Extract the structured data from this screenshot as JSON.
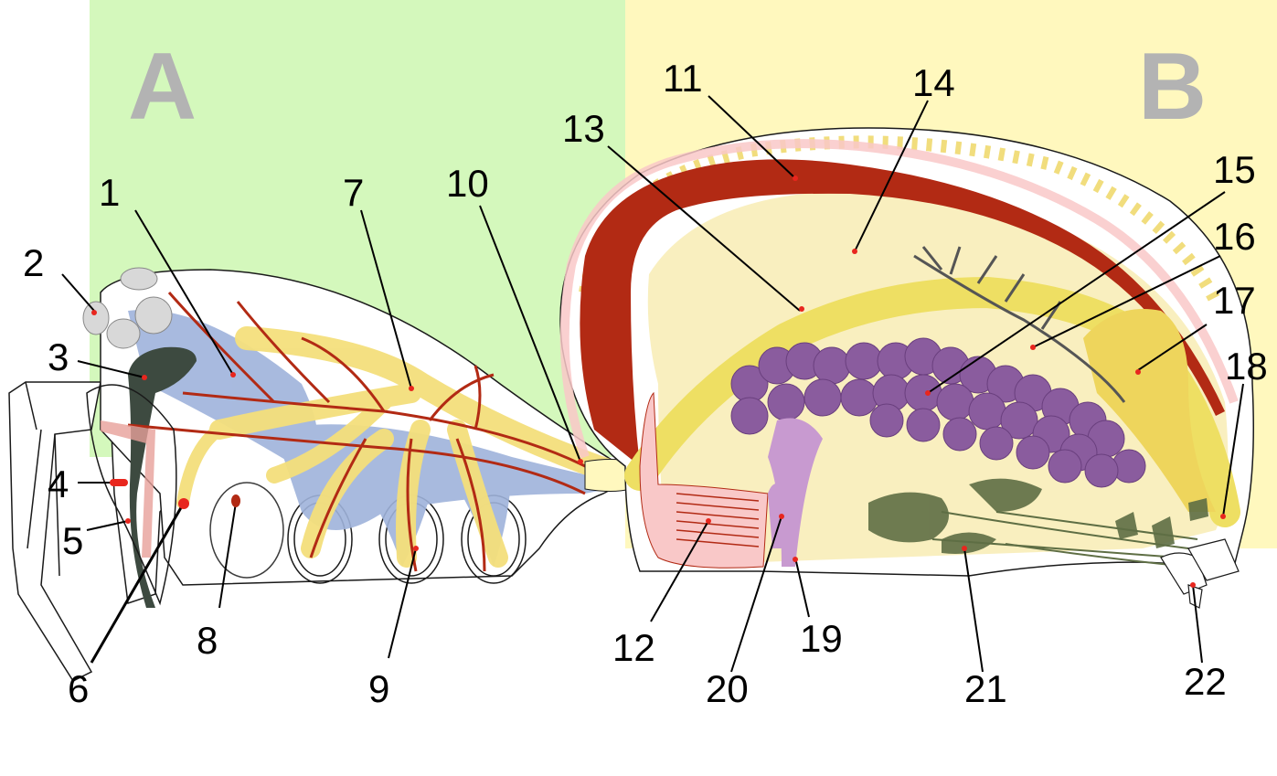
{
  "regions": [
    {
      "label": "A",
      "color": "#d4f8bc"
    },
    {
      "label": "B",
      "color": "#fff8be"
    }
  ],
  "colors": {
    "heart": "#b22a14",
    "heart_wall": "#f9c8c8",
    "nerve_yellow": "#f4df7c",
    "digestive_yellow": "#eedf63",
    "muscle_blue": "#9fb3db",
    "gland_purple": "#8a5c9e",
    "silk_gland_green": "#5e6e44",
    "poison_gland": "#3d4a40"
  },
  "labels": [
    {
      "id": "1"
    },
    {
      "id": "2"
    },
    {
      "id": "3"
    },
    {
      "id": "4"
    },
    {
      "id": "5"
    },
    {
      "id": "6"
    },
    {
      "id": "7"
    },
    {
      "id": "8"
    },
    {
      "id": "9"
    },
    {
      "id": "10"
    },
    {
      "id": "11"
    },
    {
      "id": "12"
    },
    {
      "id": "13"
    },
    {
      "id": "14"
    },
    {
      "id": "15"
    },
    {
      "id": "16"
    },
    {
      "id": "17"
    },
    {
      "id": "18"
    },
    {
      "id": "19"
    },
    {
      "id": "20"
    },
    {
      "id": "21"
    },
    {
      "id": "22"
    }
  ]
}
